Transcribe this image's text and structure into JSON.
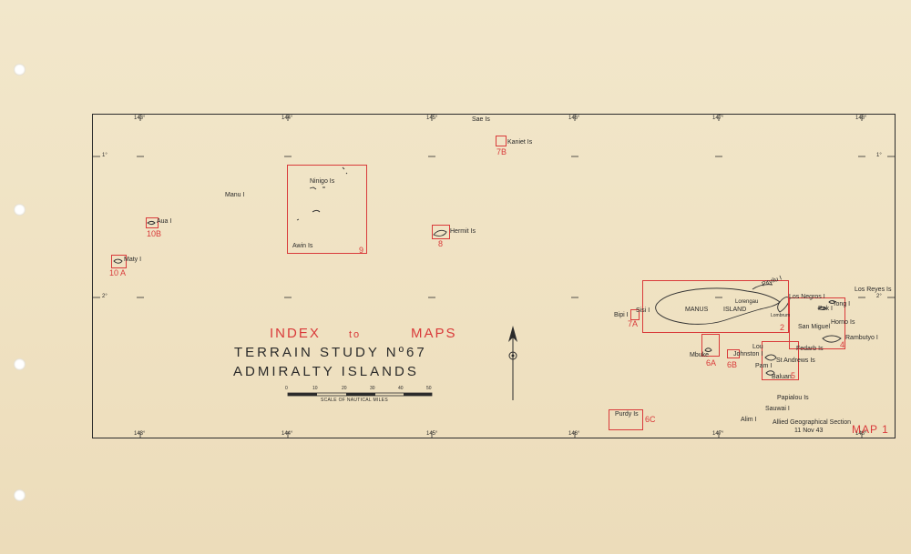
{
  "longitudes": [
    "143°",
    "144°",
    "145°",
    "146°",
    "147°",
    "148°"
  ],
  "latitudes": [
    "1°",
    "2°"
  ],
  "title": {
    "index_word": "INDEX",
    "to_word": "to",
    "maps_word": "MAPS",
    "line2": "TERRAIN STUDY  Nº67",
    "line3": "ADMIRALTY ISLANDS"
  },
  "scale": {
    "ticks": [
      "0",
      "10",
      "20",
      "30",
      "40",
      "50"
    ],
    "label": "SCALE OF NAUTICAL MILES"
  },
  "places": {
    "sae": "Sae Is",
    "kaniet": "Kaniet Is",
    "ninigo": "Ninigo Is",
    "awin": "Awin Is",
    "manu": "Manu I",
    "aua": "Aua I",
    "maty": "Maty I",
    "hermit": "Hermit Is",
    "bipi": "Bipi I",
    "sisi": "Sisi I",
    "manus": "MANUS",
    "island": "ISLAND",
    "pityilu": "Pityilu I",
    "lorengau": "Lorengau",
    "lombrum": "Lombrum",
    "los_negros": "Los Negros I",
    "los_reyes": "Los Reyes Is",
    "pak": "Pak I",
    "tong": "Tong I",
    "horno": "Horno Is",
    "san_miguel": "San Miguel",
    "rambutyo": "Rambutyo I",
    "mbuke": "Mbuke",
    "johnston": "Johnston I",
    "lou": "Lou",
    "pam": "Pam I",
    "st_andrews": "St Andrews Is",
    "fedarb": "Fedarb Is",
    "baluan": "Baluan",
    "papialou": "Papialou Is",
    "sauwai": "Sauwai I",
    "purdy": "Purdy Is",
    "alim": "Alim I"
  },
  "box_labels": {
    "b2": "2",
    "b5": "5",
    "b4": "4",
    "b6a": "6A",
    "b6b": "6B",
    "b6c": "6C",
    "b7a": "7A",
    "b7b": "7B",
    "b8": "8",
    "b9": "9",
    "b10a": "10 A",
    "b10b": "10B"
  },
  "credit": {
    "line1": "Allied Geographical Section",
    "line2": "11 Nov 43"
  },
  "sheet_label": "MAP 1",
  "colors": {
    "paper": "#efe3c4",
    "ink": "#2a2a2a",
    "index_red": "#d93a3a"
  }
}
